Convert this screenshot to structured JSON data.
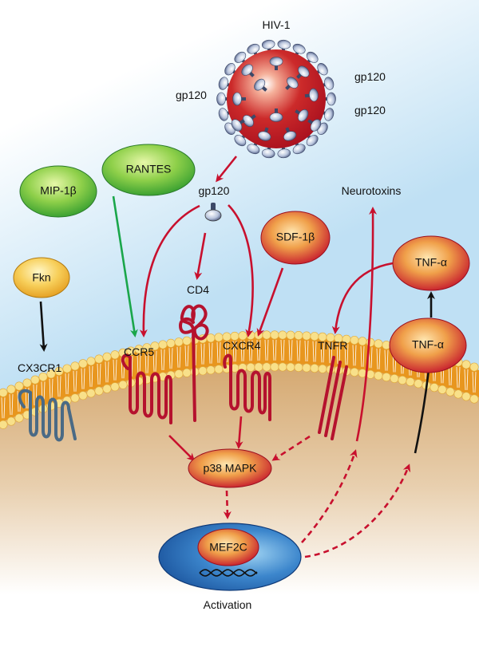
{
  "diagram": {
    "title": "HIV-1 gp120 and chemokine signaling through p38 MAPK and MEF2C",
    "virus": {
      "label": "HIV-1",
      "gp120_labels": [
        "gp120",
        "gp120",
        "gp120"
      ]
    },
    "free_gp120_label": "gp120",
    "ligands": [
      {
        "id": "mip1b",
        "label": "MIP-1β",
        "color": "green"
      },
      {
        "id": "rantes",
        "label": "RANTES",
        "color": "green"
      },
      {
        "id": "fkn",
        "label": "Fkn",
        "color": "yellow"
      },
      {
        "id": "sdf1b",
        "label": "SDF-1β",
        "color": "red"
      },
      {
        "id": "tnfa_out",
        "label": "TNF-α",
        "color": "red"
      },
      {
        "id": "tnfa_mem",
        "label": "TNF-α",
        "color": "red"
      }
    ],
    "receptors": [
      {
        "id": "cx3cr1",
        "label": "CX3CR1"
      },
      {
        "id": "ccr5",
        "label": "CCR5"
      },
      {
        "id": "cd4",
        "label": "CD4"
      },
      {
        "id": "cxcr4",
        "label": "CXCR4"
      },
      {
        "id": "tnfr",
        "label": "TNFR"
      }
    ],
    "intracellular": {
      "kinase": "p38 MAPK",
      "transcription_factor": "MEF2C",
      "nucleus_label": "Activation"
    },
    "outputs": {
      "neurotoxins": "Neurotoxins"
    },
    "colors": {
      "arrow_red": "#c8102e",
      "arrow_green": "#1aa64a",
      "arrow_black": "#111111",
      "receptor_red": "#b5122e",
      "receptor_blue_gray": "#4a6a85",
      "membrane_head": "#f8e08a",
      "membrane_core": "#e8961e",
      "nucleus_blue": "#2466b0",
      "extracellular_bg": "#bfe0f4",
      "cytoplasm_bg": "#d9b07a"
    },
    "edges": [
      {
        "from": "HIV-1",
        "to": "gp120",
        "style": "solid"
      },
      {
        "from": "gp120",
        "to": "CCR5",
        "style": "solid"
      },
      {
        "from": "gp120",
        "to": "CD4",
        "style": "solid"
      },
      {
        "from": "gp120",
        "to": "CXCR4",
        "style": "solid"
      },
      {
        "from": "RANTES",
        "to": "CCR5",
        "style": "solid-green"
      },
      {
        "from": "SDF-1β",
        "to": "CXCR4",
        "style": "solid"
      },
      {
        "from": "Fkn",
        "to": "CX3CR1",
        "style": "solid-black"
      },
      {
        "from": "TNF-α",
        "to": "TNFR",
        "style": "solid"
      },
      {
        "from": "TNF-α (membrane)",
        "to": "TNF-α",
        "style": "solid-black"
      },
      {
        "from": "CCR5",
        "to": "p38 MAPK",
        "style": "solid"
      },
      {
        "from": "CXCR4",
        "to": "p38 MAPK",
        "style": "solid"
      },
      {
        "from": "TNFR",
        "to": "p38 MAPK",
        "style": "dashed"
      },
      {
        "from": "p38 MAPK",
        "to": "MEF2C",
        "style": "dashed"
      },
      {
        "from": "MEF2C",
        "to": "Neurotoxins",
        "style": "dashed-then-solid"
      },
      {
        "from": "MEF2C",
        "to": "TNF-α (membrane)",
        "style": "dashed"
      }
    ]
  }
}
